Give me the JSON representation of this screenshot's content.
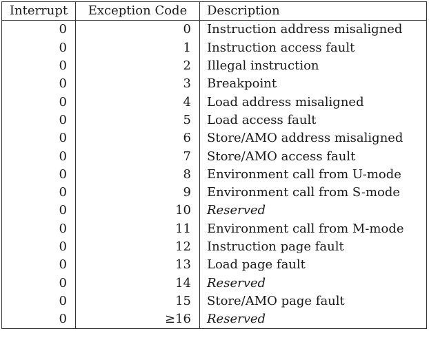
{
  "table": {
    "headers": {
      "interrupt": "Interrupt",
      "code": "Exception Code",
      "description": "Description"
    },
    "rows": [
      {
        "interrupt": "0",
        "code": "0",
        "description": "Instruction address misaligned",
        "italic": false
      },
      {
        "interrupt": "0",
        "code": "1",
        "description": "Instruction access fault",
        "italic": false
      },
      {
        "interrupt": "0",
        "code": "2",
        "description": "Illegal instruction",
        "italic": false
      },
      {
        "interrupt": "0",
        "code": "3",
        "description": "Breakpoint",
        "italic": false
      },
      {
        "interrupt": "0",
        "code": "4",
        "description": "Load address misaligned",
        "italic": false
      },
      {
        "interrupt": "0",
        "code": "5",
        "description": "Load access fault",
        "italic": false
      },
      {
        "interrupt": "0",
        "code": "6",
        "description": "Store/AMO address misaligned",
        "italic": false
      },
      {
        "interrupt": "0",
        "code": "7",
        "description": "Store/AMO access fault",
        "italic": false
      },
      {
        "interrupt": "0",
        "code": "8",
        "description": "Environment call from U-mode",
        "italic": false
      },
      {
        "interrupt": "0",
        "code": "9",
        "description": "Environment call from S-mode",
        "italic": false
      },
      {
        "interrupt": "0",
        "code": "10",
        "description": "Reserved",
        "italic": true
      },
      {
        "interrupt": "0",
        "code": "11",
        "description": "Environment call from M-mode",
        "italic": false
      },
      {
        "interrupt": "0",
        "code": "12",
        "description": "Instruction page fault",
        "italic": false
      },
      {
        "interrupt": "0",
        "code": "13",
        "description": "Load page fault",
        "italic": false
      },
      {
        "interrupt": "0",
        "code": "14",
        "description": "Reserved",
        "italic": true
      },
      {
        "interrupt": "0",
        "code": "15",
        "description": "Store/AMO page fault",
        "italic": false
      },
      {
        "interrupt": "0",
        "code": "≥16",
        "description": "Reserved",
        "italic": true
      }
    ]
  }
}
